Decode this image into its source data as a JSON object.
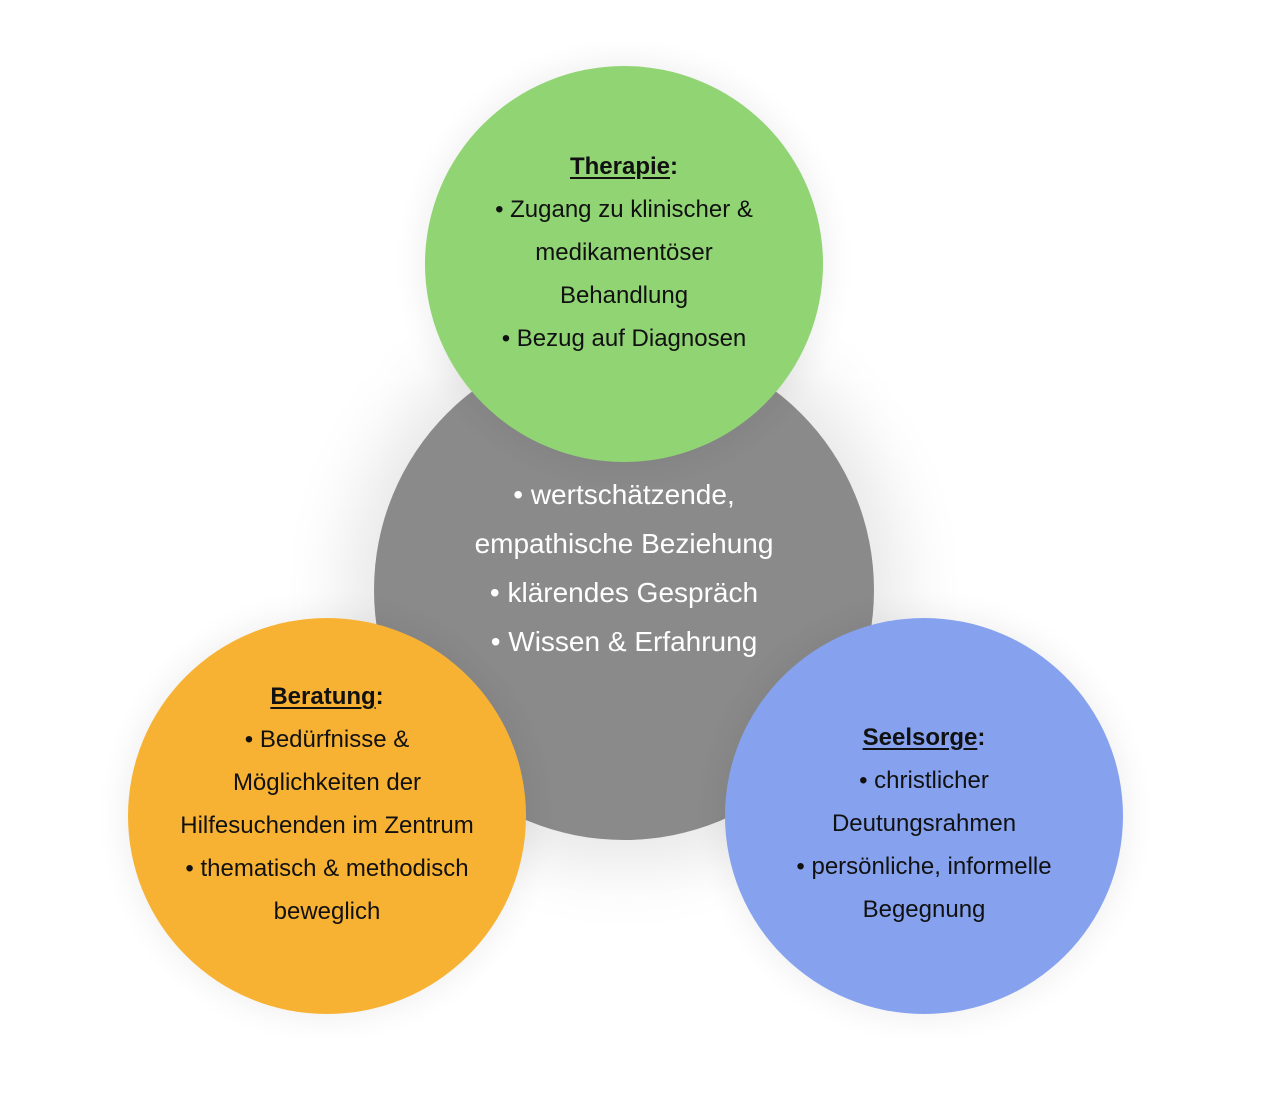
{
  "colors": {
    "center": "#8a8a8a",
    "therapie": "#90d474",
    "beratung": "#f8b233",
    "seelsorge": "#86a2ef",
    "center_text": "#ffffff",
    "text": "#111111"
  },
  "center": {
    "lines": [
      "• wertschätzende,",
      "empathische Beziehung",
      "• klärendes Gespräch",
      "• Wissen & Erfahrung"
    ]
  },
  "therapie": {
    "title": "Therapie",
    "colon": ":",
    "lines": [
      "• Zugang zu klinischer &",
      "medikamentöser",
      "Behandlung",
      "• Bezug auf Diagnosen"
    ]
  },
  "beratung": {
    "title": "Beratung",
    "colon": ":",
    "lines": [
      "• Bedürfnisse &",
      "Möglichkeiten der",
      "Hilfesuchenden im Zentrum",
      "• thematisch & methodisch",
      "beweglich"
    ]
  },
  "seelsorge": {
    "title": "Seelsorge",
    "colon": ":",
    "lines": [
      "• christlicher",
      "Deutungsrahmen",
      "• persönliche, informelle",
      "Begegnung"
    ]
  }
}
